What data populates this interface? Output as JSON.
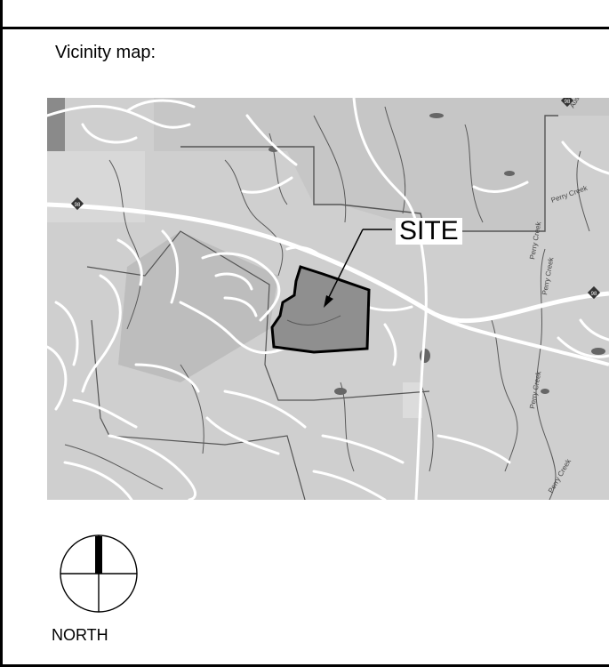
{
  "map": {
    "title": "Vicinity map:",
    "site_label": "SITE",
    "north_label": "NORTH",
    "road_labels": {
      "highway_shield": "98",
      "creek_austin": "Austin Creek",
      "creek_perry_1": "Perry Creek",
      "creek_perry_2": "Perry Creek",
      "creek_perry_3": "Perry Creek",
      "creek_perry_4": "Perry Creek",
      "creek_perry_5": "Perry Creek"
    }
  },
  "colors": {
    "map_bg": "#cfcfcf",
    "site_fill": "#8f8f8f",
    "road": "#ffffff",
    "stream": "#555555",
    "boundary": "#555555"
  }
}
